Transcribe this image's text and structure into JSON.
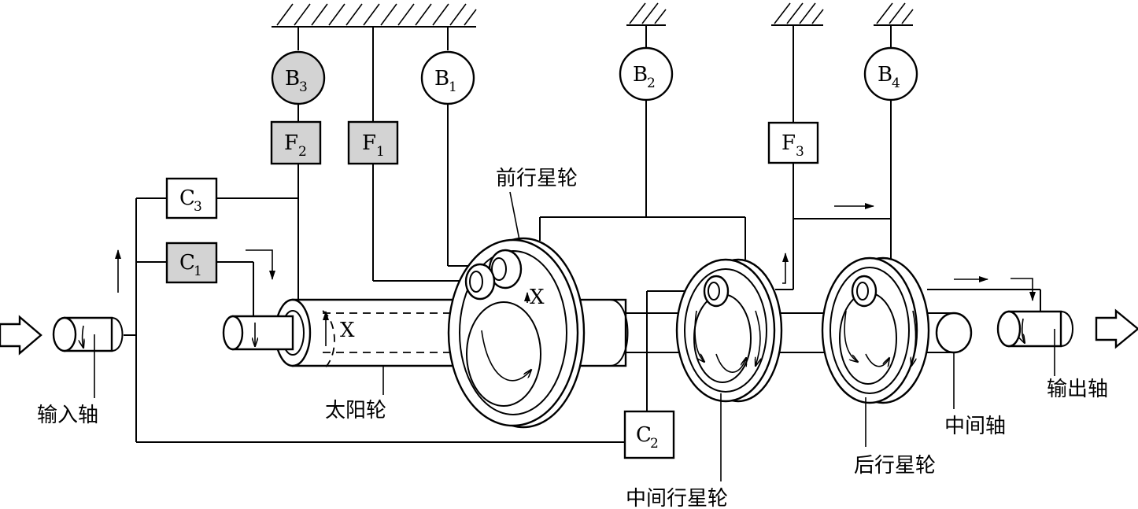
{
  "colors": {
    "line": "#000000",
    "shaded": "#d3d3d3",
    "background": "#ffffff"
  },
  "brakes": {
    "B1": {
      "letter": "B",
      "sub": "1"
    },
    "B2": {
      "letter": "B",
      "sub": "2"
    },
    "B3": {
      "letter": "B",
      "sub": "3"
    },
    "B4": {
      "letter": "B",
      "sub": "4"
    }
  },
  "one_way_clutches": {
    "F1": {
      "letter": "F",
      "sub": "1"
    },
    "F2": {
      "letter": "F",
      "sub": "2"
    },
    "F3": {
      "letter": "F",
      "sub": "3"
    }
  },
  "clutches": {
    "C1": {
      "letter": "C",
      "sub": "1"
    },
    "C2": {
      "letter": "C",
      "sub": "2"
    },
    "C3": {
      "letter": "C",
      "sub": "3"
    }
  },
  "markers": {
    "x_sun": "X",
    "x_front": "X"
  },
  "labels": {
    "input_shaft": "输入轴",
    "sun_gear": "太阳轮",
    "front_planet": "前行星轮",
    "middle_planet": "中间行星轮",
    "rear_planet": "后行星轮",
    "intermediate_shaft": "中间轴",
    "output_shaft": "输出轴"
  }
}
